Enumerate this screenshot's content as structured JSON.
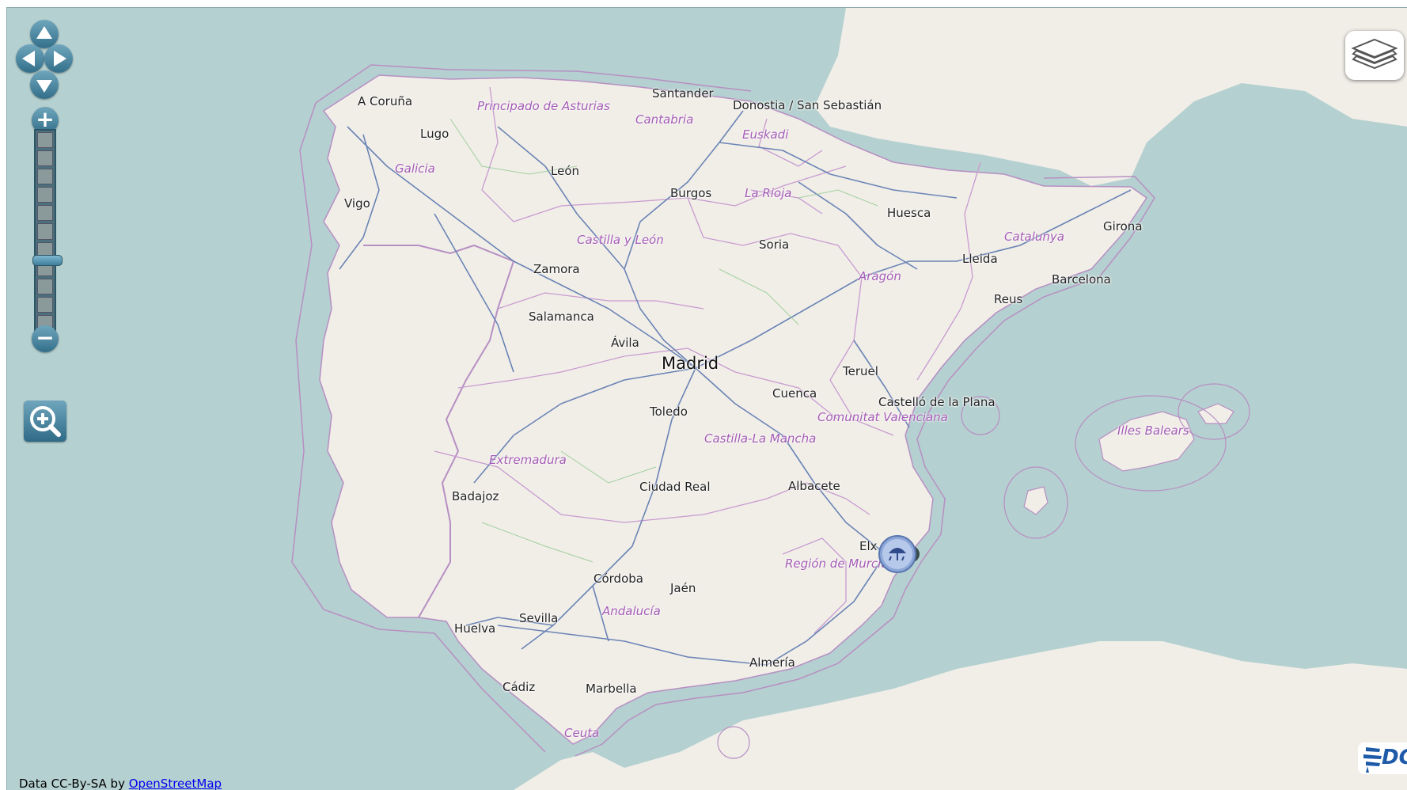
{
  "map": {
    "capital": "Madrid",
    "cities": [
      "A Coruña",
      "Lugo",
      "Vigo",
      "León",
      "Santander",
      "Donostia / San Sebastián",
      "Burgos",
      "Huesca",
      "Girona",
      "Soria",
      "Lleida",
      "Zamora",
      "Barcelona",
      "Reus",
      "Salamanca",
      "Ávila",
      "Teruel",
      "Cuenca",
      "Castelló de la Plana",
      "Toledo",
      "Albacete",
      "Ciudad Real",
      "Badajoz",
      "Elx",
      "Córdoba",
      "Jaén",
      "Sevilla",
      "Huelva",
      "Almería",
      "Cádiz",
      "Marbella"
    ],
    "regions": [
      "Principado de Asturias",
      "Cantabria",
      "Euskadi",
      "Galicia",
      "La Rioja",
      "Castilla y León",
      "Catalunya",
      "Aragón",
      "Comunitat Valenciana",
      "Castilla-La Mancha",
      "Extremadura",
      "Illes Balears",
      "Región de Murcia",
      "Andalucía",
      "Ceuta"
    ]
  },
  "controls": {
    "pan_icons": [
      "arrow-up-icon",
      "arrow-left-icon",
      "arrow-right-icon",
      "arrow-down-icon"
    ],
    "zoom_in_label": "+",
    "zoom_out_label": "−",
    "zoom_level_fraction": 0.64,
    "zoombox_icon": "magnifier-plus-icon",
    "layer_switcher_icon": "layers-icon"
  },
  "marker": {
    "icon": "rain-weather-icon"
  },
  "attribution": {
    "prefix": "Data CC-By-SA by",
    "link_text": "OpenStreetMap"
  },
  "logo": {
    "text": "DGT"
  },
  "colors": {
    "sea": "#b5d0d0",
    "land": "#f1eee8",
    "boundary": "#b78fc3",
    "road": "#6b84b5",
    "control": "#3d7f9c"
  }
}
